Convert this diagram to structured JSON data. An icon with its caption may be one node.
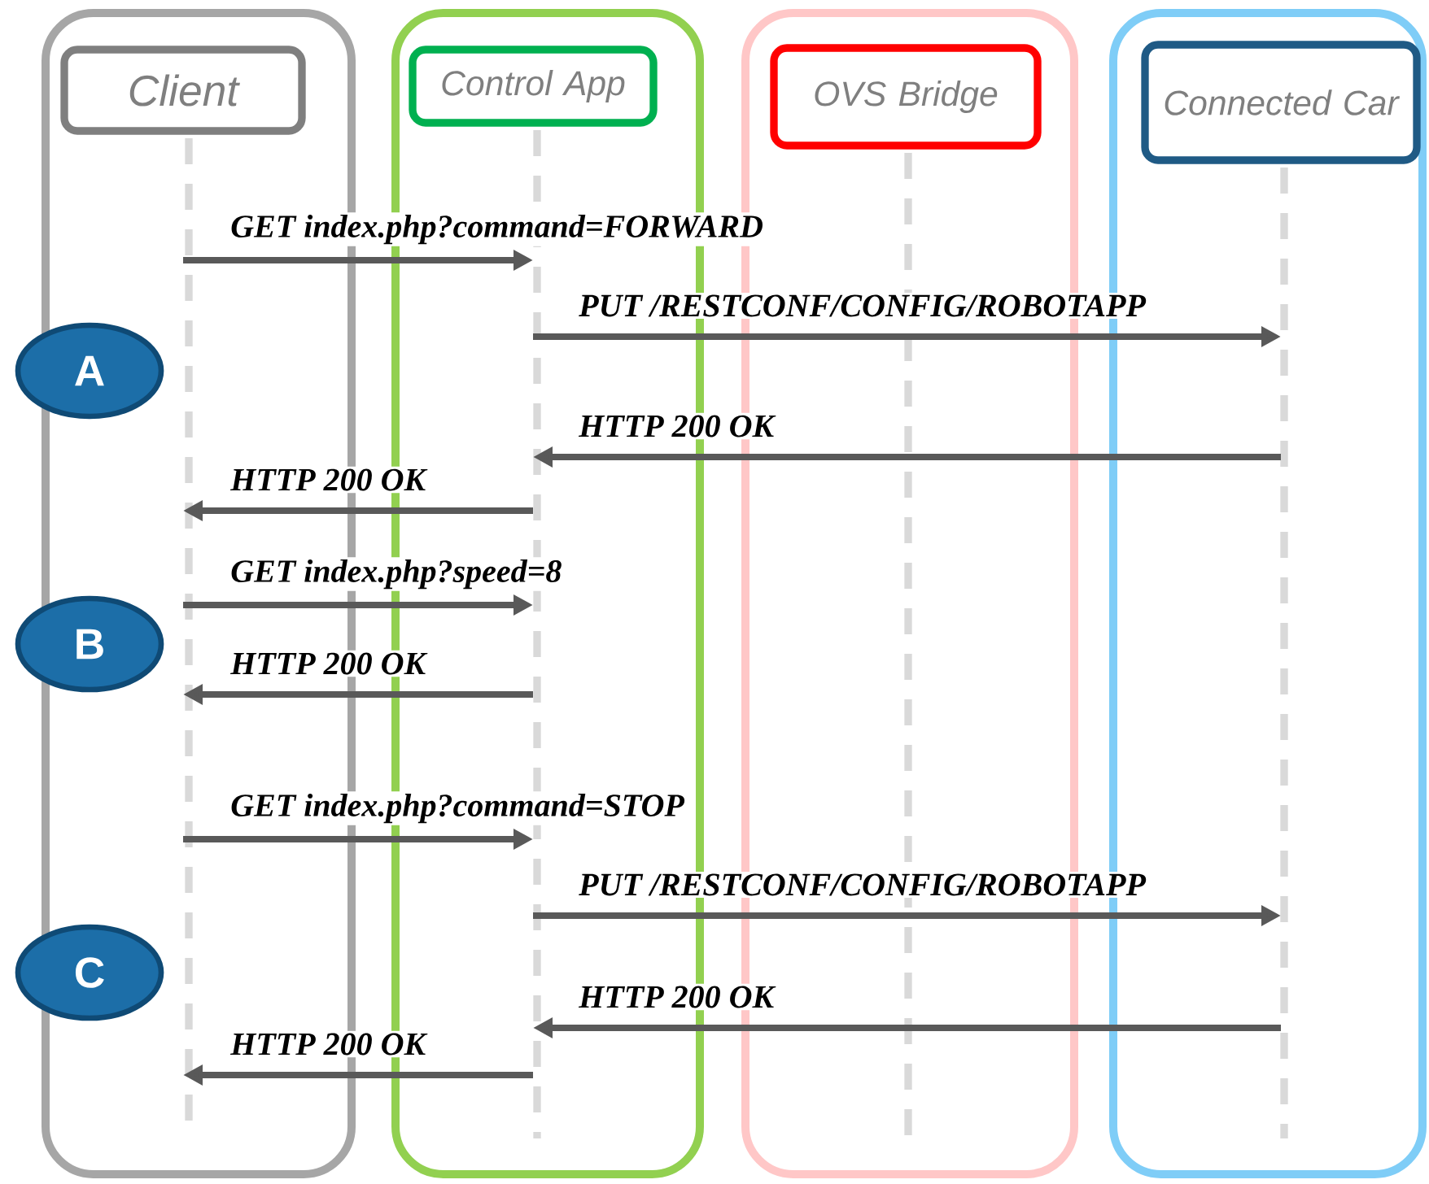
{
  "diagram": {
    "nodes": [
      {
        "text": [],
        "shape": "box"
      },
      {
        "text": [],
        "shape": "box"
      },
      {
        "text": [],
        "shape": "box"
      },
      {
        "text": [],
        "shape": "box"
      },
      {
        "text": [
          "Client"
        ],
        "in": 0
      },
      {
        "text": [
          "Control App"
        ],
        "in": 1
      },
      {
        "text": [
          "OVS Bridge"
        ],
        "in": 2
      },
      {
        "text": [
          "Connected Car"
        ],
        "in": 3
      },
      {
        "text": [
          "A"
        ]
      },
      {
        "text": [
          "B"
        ]
      },
      {
        "text": [
          "C"
        ]
      }
    ],
    "edges": [
      {
        "from": 4,
        "to": 5,
        "arrow": "to",
        "label": "GET index.php?command=FORWARD"
      },
      {
        "from": 5,
        "to": 7,
        "arrow": "to",
        "label": "PUT /RESTCONF/CONFIG/ROBOTAPP"
      },
      {
        "from": 7,
        "to": 5,
        "arrow": "to",
        "label": "HTTP 200 OK"
      },
      {
        "from": 5,
        "to": 4,
        "arrow": "to",
        "label": "HTTP 200 OK"
      },
      {
        "from": 4,
        "to": 5,
        "arrow": "to",
        "label": "GET index.php?speed=8"
      },
      {
        "from": 5,
        "to": 4,
        "arrow": "to",
        "label": "HTTP 200 OK"
      },
      {
        "from": 4,
        "to": 5,
        "arrow": "to",
        "label": "GET index.php?command=STOP"
      },
      {
        "from": 5,
        "to": 7,
        "arrow": "to",
        "label": "PUT /RESTCONF/CONFIG/ROBOTAPP"
      },
      {
        "from": 7,
        "to": 5,
        "arrow": "to",
        "label": "HTTP 200 OK"
      },
      {
        "from": 5,
        "to": 4,
        "arrow": "to",
        "label": "HTTP 200 OK"
      }
    ]
  }
}
